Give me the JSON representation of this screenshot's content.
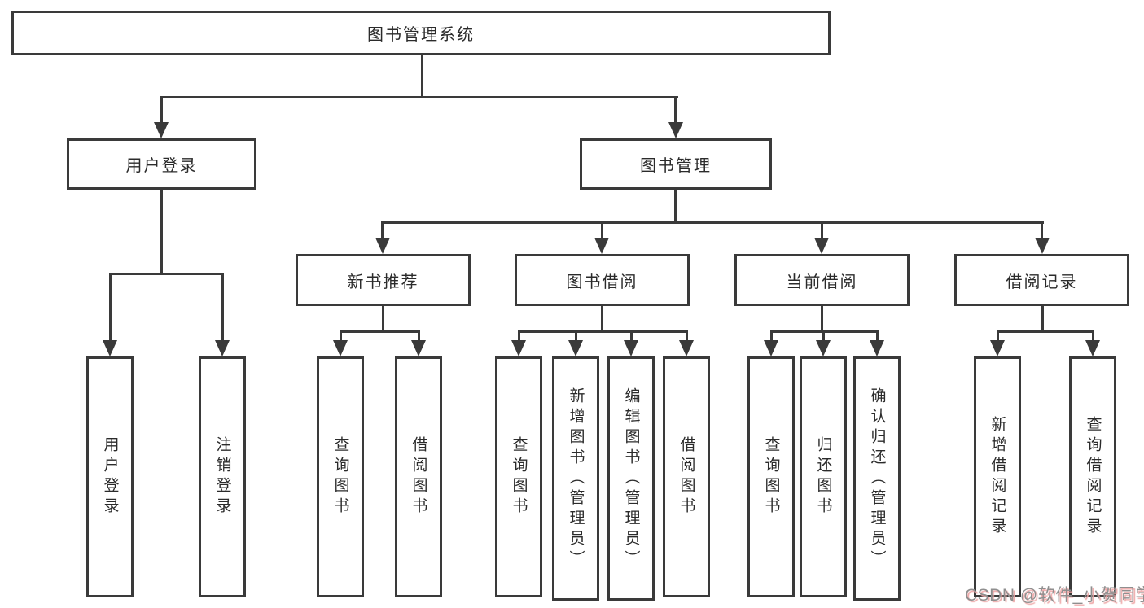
{
  "tree": {
    "root": {
      "label": "图书管理系统"
    },
    "level2": [
      {
        "label": "用户登录",
        "children": [
          {
            "label": "用户登录"
          },
          {
            "label": "注销登录"
          }
        ]
      },
      {
        "label": "图书管理",
        "children": [
          {
            "label": "新书推荐",
            "children": [
              {
                "label": "查询图书"
              },
              {
                "label": "借阅图书"
              }
            ]
          },
          {
            "label": "图书借阅",
            "children": [
              {
                "label": "查询图书"
              },
              {
                "label": "新增图书（管理员）"
              },
              {
                "label": "编辑图书（管理员）"
              },
              {
                "label": "借阅图书"
              }
            ]
          },
          {
            "label": "当前借阅",
            "children": [
              {
                "label": "查询图书"
              },
              {
                "label": "归还图书"
              },
              {
                "label": "确认归还（管理员）"
              }
            ]
          },
          {
            "label": "借阅记录",
            "children": [
              {
                "label": "新增借阅记录"
              },
              {
                "label": "查询借阅记录"
              }
            ]
          }
        ]
      }
    ]
  },
  "watermark": {
    "text": "CSDN @软件_小贺同学"
  },
  "colors": {
    "line": "#3a3a3a",
    "text": "#2b2b2b",
    "background": "#ffffff",
    "watermark_text": "#8f8f8f",
    "watermark_shadow": "#eda4a4"
  }
}
